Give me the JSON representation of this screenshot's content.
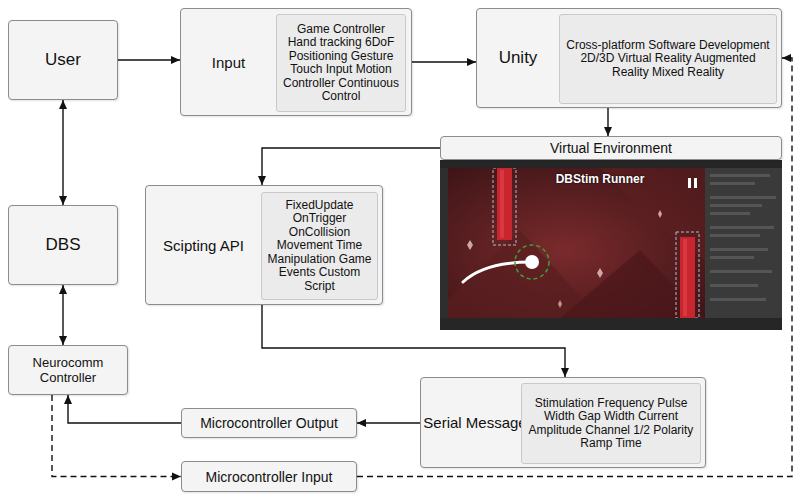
{
  "diagram": {
    "nodes": [
      {
        "text": [
          "User"
        ]
      },
      {
        "text": [
          "Input"
        ]
      },
      {
        "text": [
          "Game Controller Hand tracking 6DoF Positioning Gesture Touch Input Motion Controller Continuous Control"
        ],
        "in": 1
      },
      {
        "text": [
          "Unity"
        ]
      },
      {
        "text": [
          "Cross-platform Software Development 2D/3D Virtual Reality Augmented Reality Mixed Reality"
        ],
        "in": 3
      },
      {
        "text": [
          "Virtual Environment"
        ]
      },
      {
        "text": [
          "Scipting API"
        ]
      },
      {
        "text": [
          "FixedUpdate OnTrigger OnCollision Movement Time Manipulation Game Events Custom Script"
        ],
        "in": 6
      },
      {
        "text": [
          "DBS"
        ]
      },
      {
        "text": [
          "Neurocomm Controller"
        ]
      },
      {
        "text": [
          "Serial Message"
        ]
      },
      {
        "text": [
          "Stimulation Frequency Pulse Width Gap Width Current Amplitude Channel 1/2 Polarity Ramp Time"
        ],
        "in": 10
      },
      {
        "text": [
          "Microcontroller Output"
        ]
      },
      {
        "text": [
          "Microcontroller Input"
        ]
      }
    ],
    "edges": [
      {
        "from": 0,
        "to": 1,
        "arrow": "to"
      },
      {
        "from": 1,
        "to": 3,
        "arrow": "to"
      },
      {
        "from": 3,
        "to": 5,
        "arrow": "to"
      },
      {
        "from": 5,
        "to": 6,
        "arrow": "to"
      },
      {
        "from": 6,
        "to": 10,
        "arrow": "to"
      },
      {
        "from": 10,
        "to": 12,
        "arrow": "to"
      },
      {
        "from": 12,
        "to": 9,
        "arrow": "to"
      },
      {
        "from": 0,
        "to": 8,
        "arrow": "both"
      },
      {
        "from": 8,
        "to": 9,
        "arrow": "both"
      },
      {
        "from": 9,
        "to": 13,
        "arrow": "to"
      },
      {
        "from": 13,
        "to": 3,
        "arrow": "to"
      }
    ],
    "labels": [
      "DBStim Runner"
    ]
  }
}
